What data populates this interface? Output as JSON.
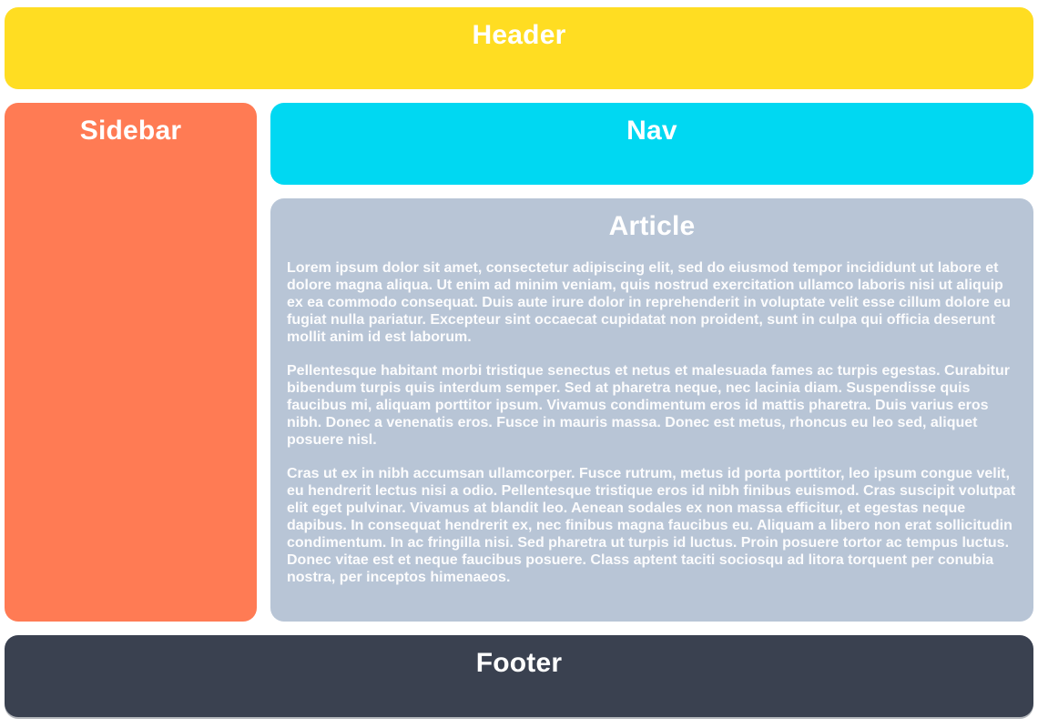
{
  "colors": {
    "header-bg": "#ffdd22",
    "sidebar-bg": "#ff7b54",
    "nav-bg": "#00d8f2",
    "article-bg": "#b8c5d6",
    "footer-bg": "#3a4150",
    "text": "#ffffff"
  },
  "header": {
    "title": "Header"
  },
  "sidebar": {
    "title": "Sidebar"
  },
  "nav": {
    "title": "Nav"
  },
  "article": {
    "title": "Article",
    "paragraphs": [
      "Lorem ipsum dolor sit amet, consectetur adipiscing elit, sed do eiusmod tempor incididunt ut labore et dolore magna aliqua. Ut enim ad minim veniam, quis nostrud exercitation ullamco laboris nisi ut aliquip ex ea commodo consequat. Duis aute irure dolor in reprehenderit in voluptate velit esse cillum dolore eu fugiat nulla pariatur. Excepteur sint occaecat cupidatat non proident, sunt in culpa qui officia deserunt mollit anim id est laborum.",
      "Pellentesque habitant morbi tristique senectus et netus et malesuada fames ac turpis egestas. Curabitur bibendum turpis quis interdum semper. Sed at pharetra neque, nec lacinia diam. Suspendisse quis faucibus mi, aliquam porttitor ipsum. Vivamus condimentum eros id mattis pharetra. Duis varius eros nibh. Donec a venenatis eros. Fusce in mauris massa. Donec est metus, rhoncus eu leo sed, aliquet posuere nisl.",
      "Cras ut ex in nibh accumsan ullamcorper. Fusce rutrum, metus id porta porttitor, leo ipsum congue velit, eu hendrerit lectus nisi a odio. Pellentesque tristique eros id nibh finibus euismod. Cras suscipit volutpat elit eget pulvinar. Vivamus at blandit leo. Aenean sodales ex non massa efficitur, et egestas neque dapibus. In consequat hendrerit ex, nec finibus magna faucibus eu. Aliquam a libero non erat sollicitudin condimentum. In ac fringilla nisi. Sed pharetra ut turpis id luctus. Proin posuere tortor ac tempus luctus. Donec vitae est et neque faucibus posuere. Class aptent taciti sociosqu ad litora torquent per conubia nostra, per inceptos himenaeos."
    ]
  },
  "footer": {
    "title": "Footer"
  }
}
